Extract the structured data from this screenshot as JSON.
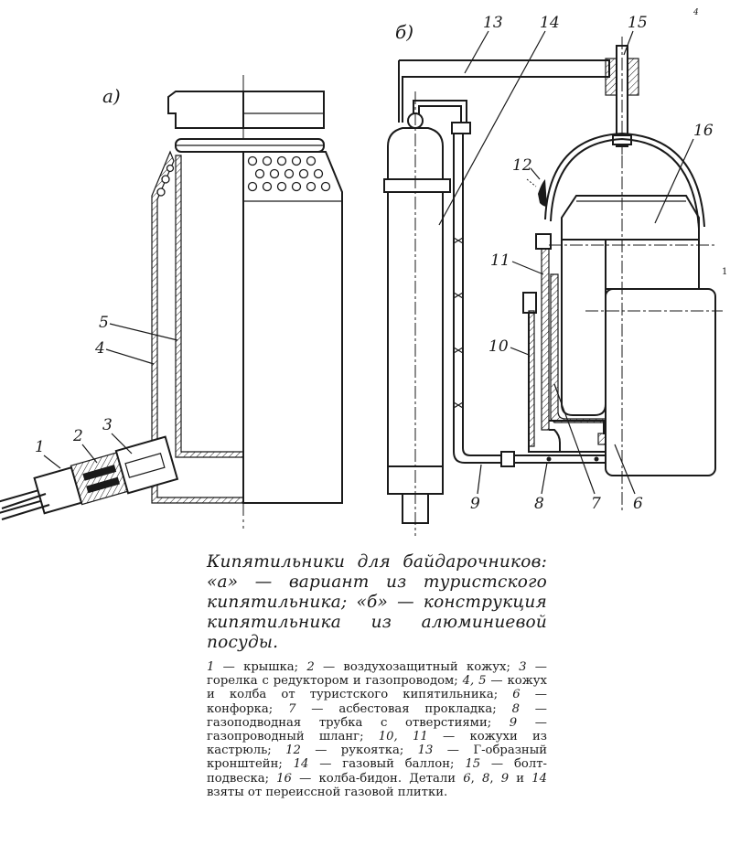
{
  "figure": {
    "panel_a_label": "а)",
    "panel_b_label": "б)",
    "corner_mark": "4",
    "edge_mark": "1",
    "callouts_a": [
      "1",
      "2",
      "3",
      "4",
      "5"
    ],
    "callouts_b": [
      "6",
      "7",
      "8",
      "9",
      "10",
      "11",
      "12",
      "13",
      "14",
      "15",
      "16"
    ]
  },
  "caption": {
    "title": "Кипятильники для байдарочников: «а» — вариант из туристского кипятильника; «б» — конструкция кипятильника из алюминиевой посуды.",
    "legend": [
      {
        "num": "1",
        "text": "крышка"
      },
      {
        "num": "2",
        "text": "воздухозащитный кожух"
      },
      {
        "num": "3",
        "text": "горелка с редуктором и газопроводом"
      },
      {
        "num": "4, 5",
        "text": "кожух и колба от туристского кипятильника"
      },
      {
        "num": "6",
        "text": "конфорка"
      },
      {
        "num": "7",
        "text": "асбестовая прокладка"
      },
      {
        "num": "8",
        "text": "газоподводная трубка с отверстиями"
      },
      {
        "num": "9",
        "text": "газопроводный шланг"
      },
      {
        "num": "10, 11",
        "text": "кожухи из кастрюль"
      },
      {
        "num": "12",
        "text": "рукоятка"
      },
      {
        "num": "13",
        "text": "Г-образный кронштейн"
      },
      {
        "num": "14",
        "text": "газовый баллон"
      },
      {
        "num": "15",
        "text": "болт-подвеска"
      },
      {
        "num": "16",
        "text": "колба-бидон"
      }
    ],
    "note_prefix": "Детали",
    "note_parts": [
      "6",
      "8",
      "9",
      "14"
    ],
    "note_and": "и",
    "note_suffix": "взяты от переиссной газовой плитки."
  }
}
